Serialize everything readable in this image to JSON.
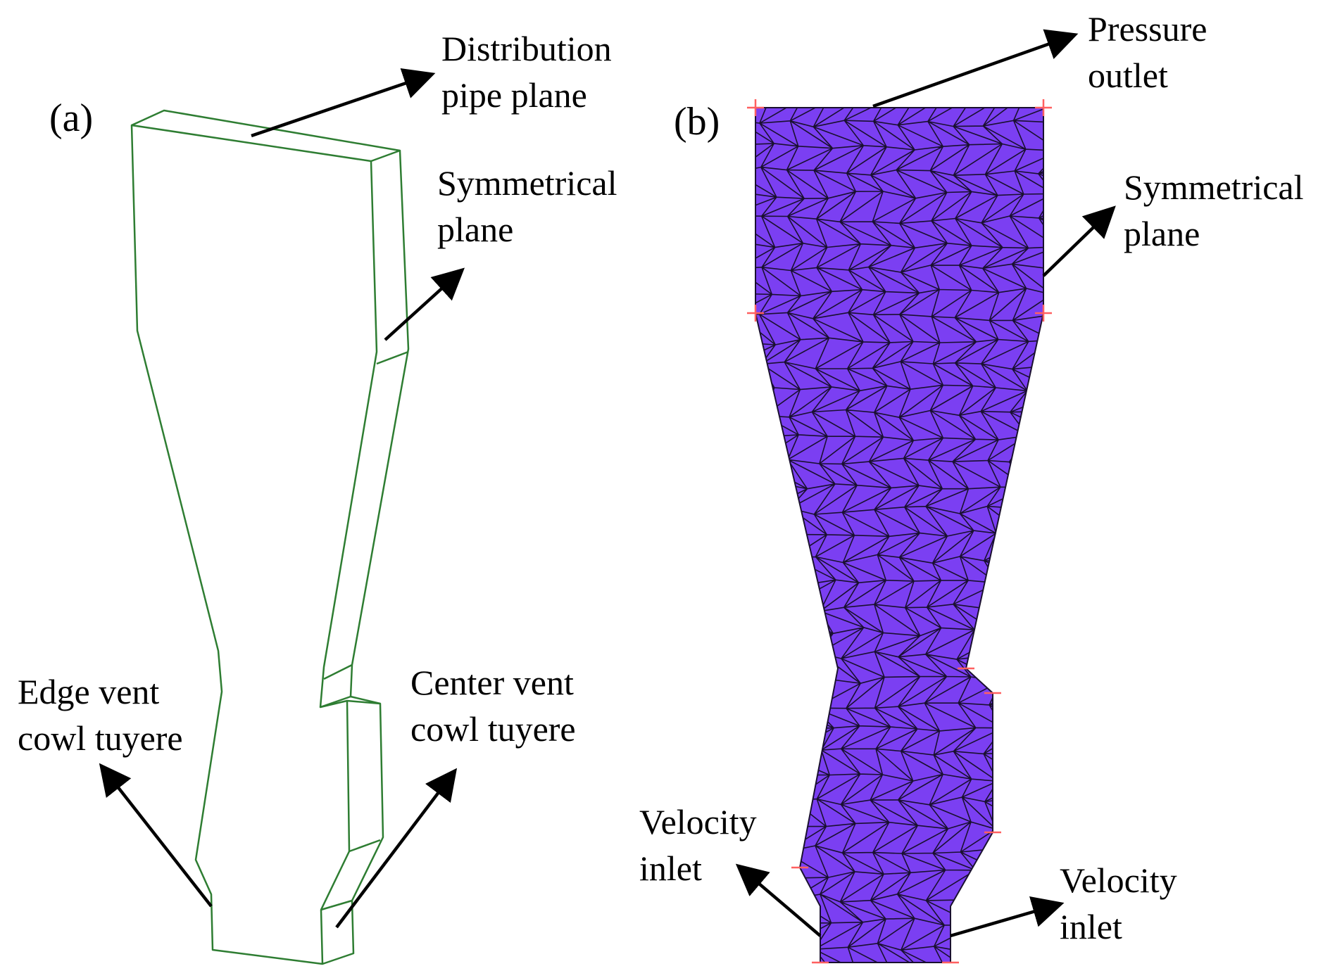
{
  "panels": {
    "a": {
      "tag": "(a)",
      "labels": {
        "distribution": [
          "Distribution",
          "pipe plane"
        ],
        "symmetrical": [
          "Symmetrical",
          "plane"
        ],
        "edge_vent": [
          "Edge vent",
          "cowl tuyere"
        ],
        "center_vent": [
          "Center vent",
          "cowl tuyere"
        ]
      },
      "colors": {
        "outline": "#2e7d32"
      }
    },
    "b": {
      "tag": "(b)",
      "labels": {
        "pressure": [
          "Pressure",
          "outlet"
        ],
        "symmetrical": [
          "Symmetrical",
          "plane"
        ],
        "velocity_left": [
          "Velocity",
          "inlet"
        ],
        "velocity_right": [
          "Velocity",
          "inlet"
        ]
      },
      "colors": {
        "mesh_fill": "#7b3ff2",
        "mesh_line": "#1a1030",
        "marker": "#ff6060"
      }
    }
  }
}
